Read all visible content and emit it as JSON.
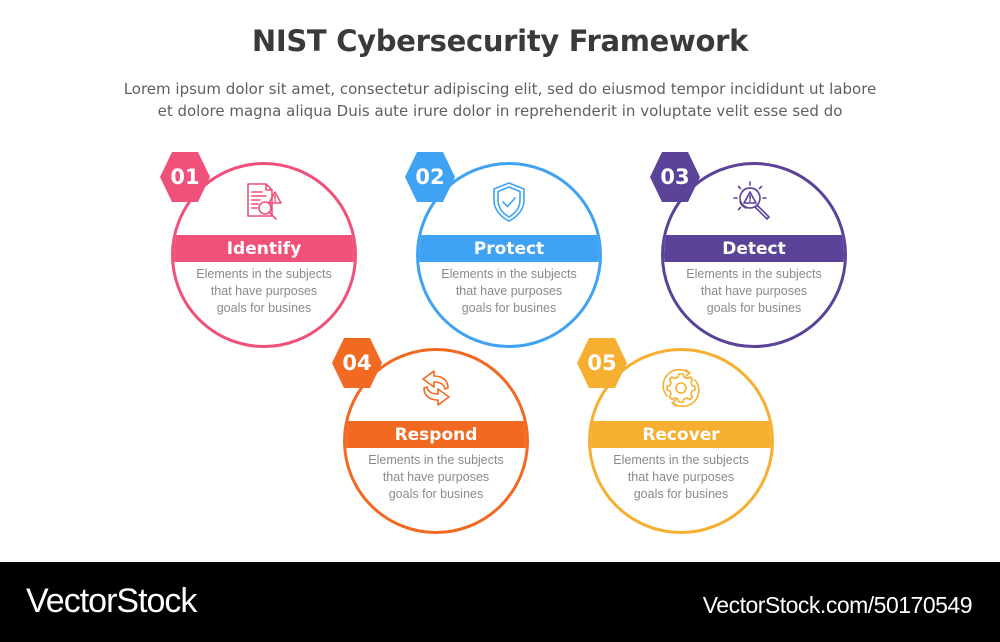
{
  "header": {
    "title": "NIST Cybersecurity Framework",
    "subtitle_line1": "Lorem ipsum dolor sit amet, consectetur adipiscing elit, sed do eiusmod tempor incididunt ut labore",
    "subtitle_line2": "et dolore magna aliqua Duis aute irure dolor in reprehenderit in voluptate velit esse sed do"
  },
  "steps": [
    {
      "number": "01",
      "label": "Identify",
      "icon": "document-search-warning-icon",
      "color": "#f0517a",
      "desc_line1": "Elements in the subjects",
      "desc_line2": "that have purposes",
      "desc_line3": "goals for busines"
    },
    {
      "number": "02",
      "label": "Protect",
      "icon": "shield-check-icon",
      "color": "#3fa2f2",
      "desc_line1": "Elements in the subjects",
      "desc_line2": "that have purposes",
      "desc_line3": "goals for busines"
    },
    {
      "number": "03",
      "label": "Detect",
      "icon": "magnifier-warning-icon",
      "color": "#5b4399",
      "desc_line1": "Elements in the subjects",
      "desc_line2": "that have purposes",
      "desc_line3": "goals for busines"
    },
    {
      "number": "04",
      "label": "Respond",
      "icon": "exchange-arrows-icon",
      "color": "#f26a21",
      "desc_line1": "Elements in the subjects",
      "desc_line2": "that have purposes",
      "desc_line3": "goals for busines"
    },
    {
      "number": "05",
      "label": "Recover",
      "icon": "gear-cycle-icon",
      "color": "#f6af31",
      "desc_line1": "Elements in the subjects",
      "desc_line2": "that have purposes",
      "desc_line3": "goals for busines"
    }
  ],
  "footer": {
    "brand": "VectorStock",
    "image_id": "VectorStock.com/50170549"
  }
}
